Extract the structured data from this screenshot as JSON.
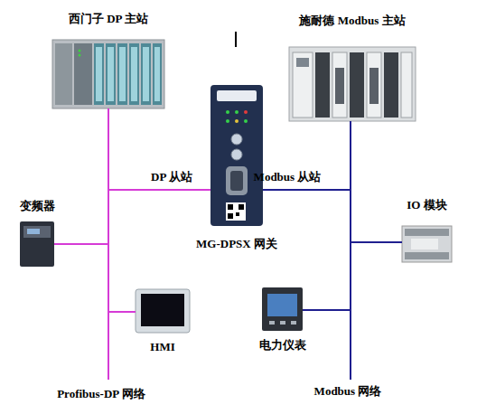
{
  "diagram": {
    "nodes": [
      {
        "text": [
          "西门子 DP 主站"
        ]
      },
      {
        "text": [
          "施耐德 Modbus 主站"
        ]
      },
      {
        "text": [
          "MG-DPSX 网关"
        ]
      },
      {
        "text": [
          "变频器"
        ]
      },
      {
        "text": [
          "IO 模块"
        ]
      },
      {
        "text": [
          "HMI"
        ]
      },
      {
        "text": [
          "电力仪表"
        ]
      }
    ],
    "edges": [
      {
        "from": 0,
        "to": 2,
        "arrow": "none",
        "label": "DP 从站"
      },
      {
        "from": 0,
        "to": 3,
        "arrow": "none"
      },
      {
        "from": 0,
        "to": 5,
        "arrow": "none"
      },
      {
        "from": 1,
        "to": 2,
        "arrow": "none",
        "label": "Modbus 从站"
      },
      {
        "from": 1,
        "to": 4,
        "arrow": "none"
      },
      {
        "from": 1,
        "to": 6,
        "arrow": "none"
      }
    ],
    "labels": [
      "Profibus-DP 网络",
      "Modbus 网络"
    ]
  }
}
